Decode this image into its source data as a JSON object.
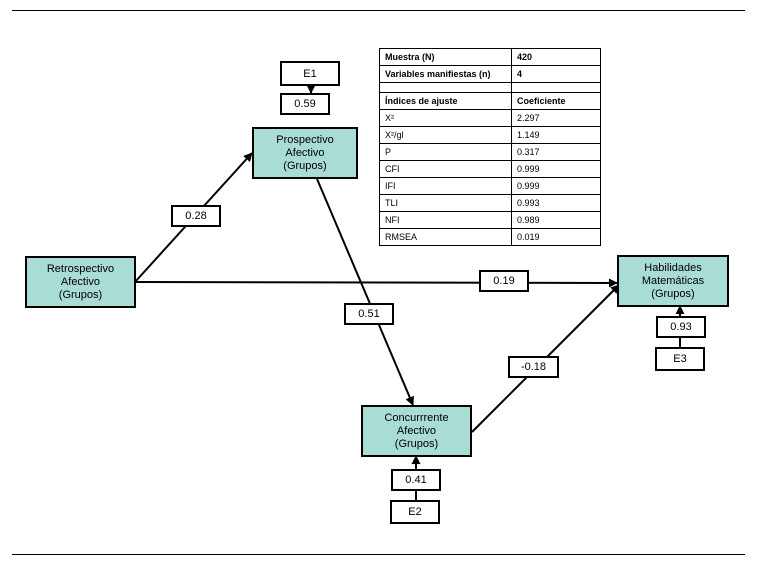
{
  "nodes": {
    "retro": [
      "Retrospectivo",
      "Afectivo",
      "(Grupos)"
    ],
    "prosp": [
      "Prospectivo",
      "Afectivo",
      "(Grupos)"
    ],
    "concur": [
      "Concurrrente",
      "Afectivo",
      "(Grupos)"
    ],
    "hab": [
      "Habilidades",
      "Matemáticas",
      "(Grupos)"
    ]
  },
  "errors": {
    "e1": "E1",
    "e2": "E2",
    "e3": "E3"
  },
  "coefficients": {
    "e1_prosp": "0.59",
    "retro_prosp": "0.28",
    "retro_hab": "0.19",
    "prosp_concur": "0.51",
    "concur_hab": "-0.18",
    "e3_hab": "0.93",
    "e2_concur": "0.41"
  },
  "fit_table": {
    "sample_label": "Muestra (N)",
    "sample_value": "420",
    "manifest_label": "Variables manifiestas (n)",
    "manifest_value": "4",
    "header_index": "Índices de ajuste",
    "header_coef": "Coeficiente",
    "rows": [
      {
        "label": "X²",
        "value": "2.297"
      },
      {
        "label": "X²/gl",
        "value": "1.149"
      },
      {
        "label": "P",
        "value": "0.317"
      },
      {
        "label": "CFI",
        "value": "0.999"
      },
      {
        "label": "IFI",
        "value": "0.999"
      },
      {
        "label": "TLI",
        "value": "0.993"
      },
      {
        "label": "NFI",
        "value": "0.989"
      },
      {
        "label": "RMSEA",
        "value": "0.019"
      }
    ]
  }
}
